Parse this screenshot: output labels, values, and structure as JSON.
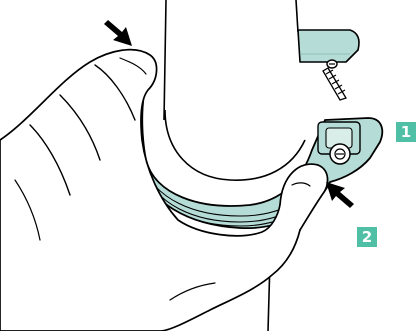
{
  "figure": {
    "steps": [
      {
        "label": "1"
      },
      {
        "label": "2"
      }
    ],
    "colors": {
      "clamp_fill": "#b5dcd6",
      "clamp_edge": "#8fbfb8",
      "badge": "#4fc0a6",
      "line": "#000000",
      "background": "#ffffff"
    },
    "icons": {
      "hand": "hand-icon",
      "clamp": "pipe-clamp",
      "screw": "screw-icon",
      "arrow": "press-arrow-icon"
    }
  }
}
